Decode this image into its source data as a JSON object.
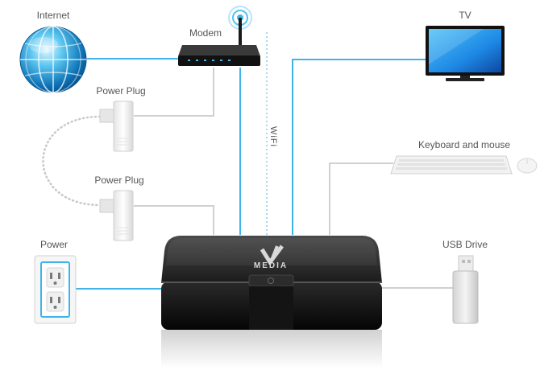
{
  "diagram": {
    "nodes": [
      {
        "id": "internet",
        "label": "Internet",
        "icon": "globe-icon"
      },
      {
        "id": "modem",
        "label": "Modem",
        "icon": "router-icon"
      },
      {
        "id": "tv",
        "label": "TV",
        "icon": "tv-icon"
      },
      {
        "id": "plug1",
        "label": "Power Plug",
        "icon": "powerline-adapter-icon"
      },
      {
        "id": "plug2",
        "label": "Power Plug",
        "icon": "powerline-adapter-icon"
      },
      {
        "id": "keyboard",
        "label": "Keyboard and mouse",
        "icon": "keyboard-mouse-icon"
      },
      {
        "id": "power",
        "label": "Power",
        "icon": "wall-outlet-icon"
      },
      {
        "id": "usb",
        "label": "USB Drive",
        "icon": "usb-drive-icon"
      },
      {
        "id": "box",
        "label": "",
        "icon": "media-box-icon"
      }
    ],
    "wifi_label": "WiFi",
    "box_logo_text": "MEDIA",
    "colors": {
      "blue_link": "#3fb4e6",
      "gray_link": "#d0d0d0",
      "dotted_link": "#c8c8c8",
      "label_text": "#555555",
      "device_black": "#1a1a1a"
    }
  }
}
